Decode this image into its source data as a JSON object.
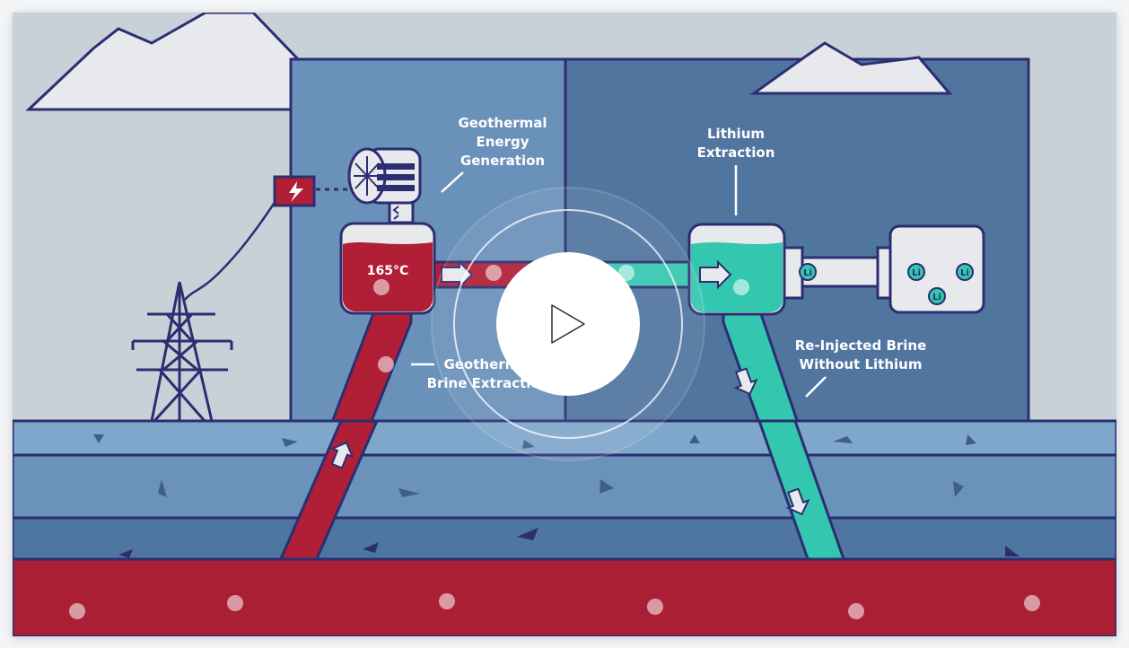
{
  "video": {
    "labels": {
      "geothermal_energy": [
        "Geothermal",
        "Energy",
        "Generation"
      ],
      "lithium_extraction": [
        "Lithium",
        "Extraction"
      ],
      "temperature": "165°C",
      "brine_extraction": [
        "Geothermal",
        "Brine Extraction"
      ],
      "reinjected": [
        "Re-Injected Brine",
        "Without Lithium"
      ],
      "li_symbol": "Li"
    },
    "play_button": {
      "icon": "play-icon",
      "state": "paused"
    },
    "colors": {
      "sky": "#c9d1d8",
      "building_left": "#6a91b9",
      "building_right": "#50759f",
      "brine_hot": "#b01f36",
      "brine_clean": "#33c7b0",
      "outline": "#2b2e70",
      "ground_top": "#7fa7cb",
      "ground_mid": "#6a92ba",
      "ground_deep": "#4f76a0",
      "magma": "#ab1f35"
    }
  }
}
